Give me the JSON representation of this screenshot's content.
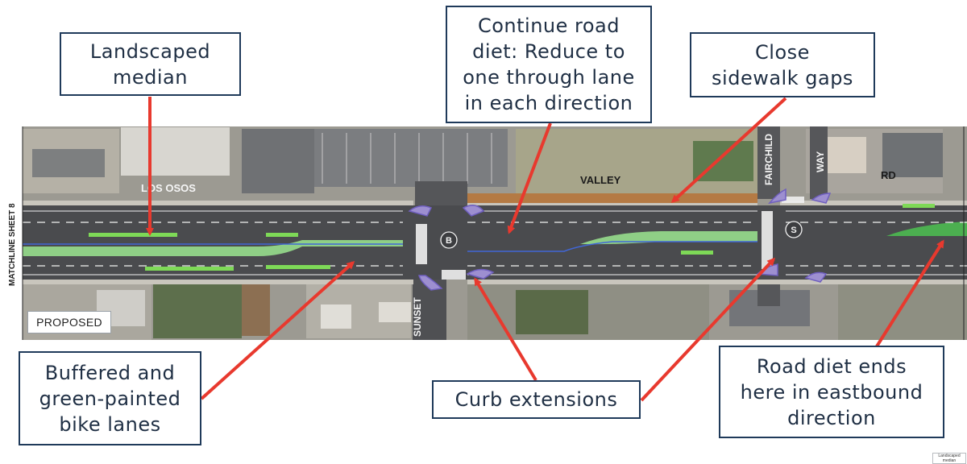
{
  "callouts": {
    "landscaped_median": "Landscaped\nmedian",
    "road_diet": "Continue road\ndiet: Reduce to\none through lane\nin each direction",
    "sidewalk_gaps": "Close\nsidewalk gaps",
    "bike_lanes": "Buffered and\ngreen-painted\nbike lanes",
    "curb_extensions": "Curb extensions",
    "road_diet_ends": "Road diet ends\nhere in eastbound\ndirection"
  },
  "map_labels": {
    "los_osos": "LOS OSOS",
    "valley": "VALLEY",
    "fairchild": "FAIRCHILD",
    "way": "WAY",
    "rd": "RD",
    "sunset": "SUNSET",
    "matchline": "MATCHLINE SHEET 8",
    "marker_b": "B",
    "marker_s": "S"
  },
  "proposed_label": "PROPOSED",
  "legend_label": "Landscaped median",
  "colors": {
    "callout_border": "#1f3a5a",
    "arrow": "#e8392e",
    "asphalt": "#4a4b4e",
    "bike_lane_green": "#9fd58a",
    "median_green": "#8fcf86",
    "sidewalk_brown": "#b47a44"
  }
}
